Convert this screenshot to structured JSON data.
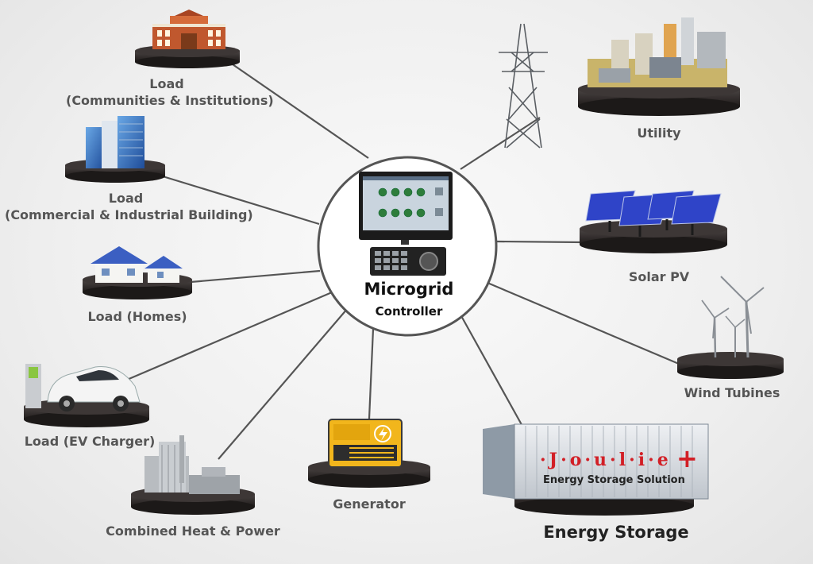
{
  "center": {
    "title": "Microgrid",
    "subtitle": "Controller"
  },
  "nodes": {
    "load_communities": {
      "line1": "Load",
      "line2": "(Communities & Institutions)"
    },
    "load_commercial": {
      "line1": "Load",
      "line2": "(Commercial & Industrial Building)"
    },
    "load_homes": {
      "label": "Load (Homes)"
    },
    "load_ev": {
      "label": "Load (EV Charger)"
    },
    "chp": {
      "label": "Combined Heat & Power"
    },
    "generator": {
      "label": "Generator"
    },
    "energy_storage": {
      "label": "Energy Storage",
      "container_brand": "·J·o·u·l·i·e",
      "container_caption": "Energy Storage Solution"
    },
    "wind": {
      "label": "Wind Tubines"
    },
    "solar": {
      "label": "Solar PV"
    },
    "utility": {
      "label": "Utility"
    }
  },
  "colors": {
    "connector": "#555555",
    "platform": "#2b2726",
    "label_text": "#555555",
    "solar_panel": "#2f44c8",
    "generator_body": "#f2b61c",
    "container_body": "#d9dde2",
    "brand_red": "#d21f26",
    "building_brick": "#c0582e",
    "house_roof": "#3b5fc2"
  },
  "icons": [
    "building-icon",
    "skyscraper-icon",
    "house-icon",
    "ev-car-icon",
    "chp-plant-icon",
    "generator-icon",
    "container-icon",
    "wind-turbine-icon",
    "solar-panel-icon",
    "power-plant-icon",
    "pylon-icon",
    "monitor-icon",
    "keypad-icon"
  ]
}
